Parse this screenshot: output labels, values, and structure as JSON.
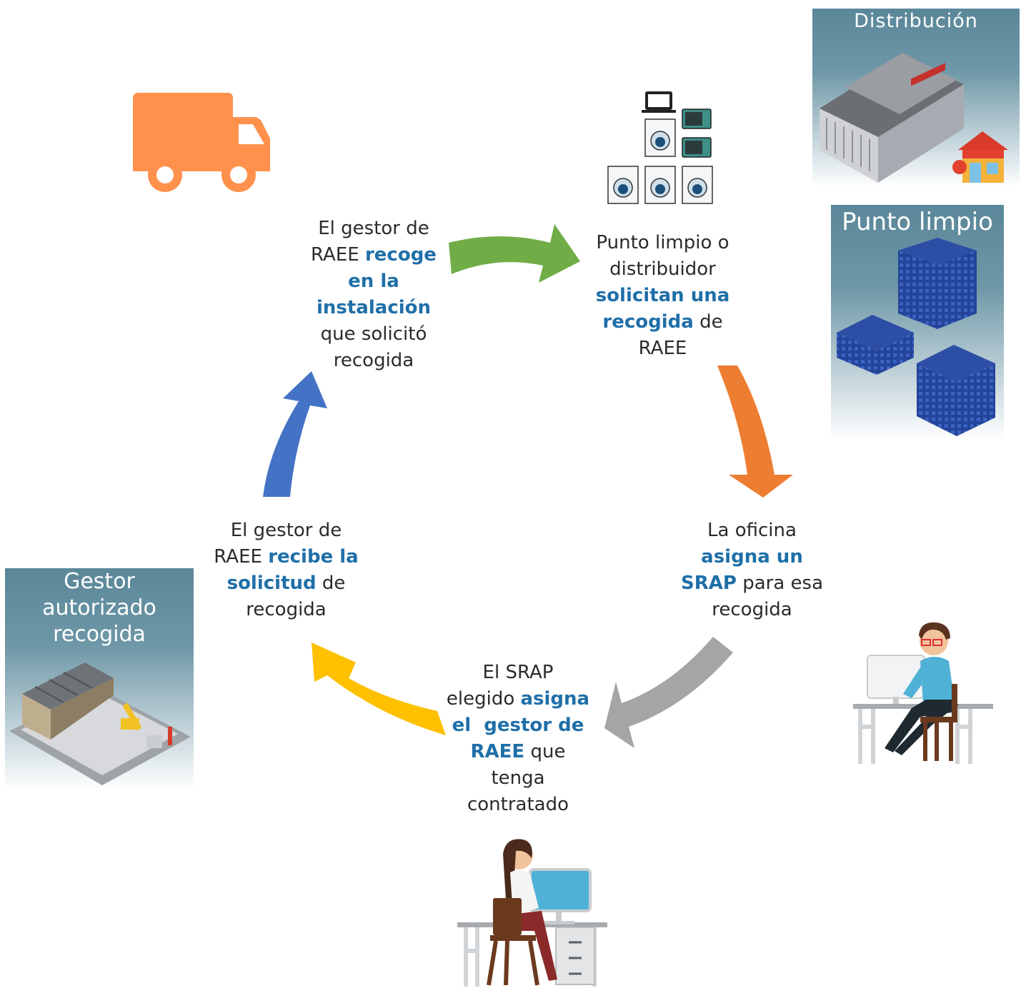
{
  "steps": [
    {
      "id": "recoge",
      "parts": [
        {
          "t": "El gestor de",
          "hl": false
        },
        {
          "t": "RAEE ",
          "hl": false
        },
        {
          "t": "recoge",
          "hl": true
        },
        {
          "t": "en la",
          "hl": true
        },
        {
          "t": "instalación",
          "hl": true
        },
        {
          "t": "que solicitó",
          "hl": false
        },
        {
          "t": "recogida",
          "hl": false
        }
      ]
    },
    {
      "id": "solicitan",
      "parts": [
        {
          "t": "Punto limpio o",
          "hl": false
        },
        {
          "t": "distribuidor",
          "hl": false
        },
        {
          "t": "solicitan una",
          "hl": true
        },
        {
          "t": "recogida",
          "hl": true
        },
        {
          "t": " de",
          "hl": false
        },
        {
          "t": "RAEE",
          "hl": false
        }
      ]
    },
    {
      "id": "asigna-srap",
      "parts": [
        {
          "t": "La oficina",
          "hl": false
        },
        {
          "t": "asigna un",
          "hl": true
        },
        {
          "t": "SRAP",
          "hl": true
        },
        {
          "t": " para esa",
          "hl": false
        },
        {
          "t": "recogida",
          "hl": false
        }
      ]
    },
    {
      "id": "asigna-gestor",
      "parts": [
        {
          "t": "El SRAP",
          "hl": false
        },
        {
          "t": "elegido ",
          "hl": false
        },
        {
          "t": "asigna",
          "hl": true
        },
        {
          "t": "el  gestor de",
          "hl": true
        },
        {
          "t": "RAEE",
          "hl": true
        },
        {
          "t": " que",
          "hl": false
        },
        {
          "t": "tenga",
          "hl": false
        },
        {
          "t": "contratado",
          "hl": false
        }
      ]
    },
    {
      "id": "recibe",
      "parts": [
        {
          "t": "El gestor de",
          "hl": false
        },
        {
          "t": "RAEE ",
          "hl": false
        },
        {
          "t": "recibe la",
          "hl": true
        },
        {
          "t": "solicitud",
          "hl": true
        },
        {
          "t": " de",
          "hl": false
        },
        {
          "t": "recogida",
          "hl": false
        }
      ]
    }
  ],
  "panels": {
    "distribucion": "Distribución",
    "punto_limpio": "Punto limpio",
    "gestor": [
      "Gestor",
      "autorizado",
      "recogida"
    ]
  },
  "colors": {
    "highlight": "#1f6fa8",
    "arrow_green": "#70ad47",
    "arrow_orange": "#ed7d31",
    "arrow_gray": "#a5a5a5",
    "arrow_yellow": "#ffc000",
    "arrow_blue": "#4472c4",
    "truck": "#ff914d"
  },
  "icons": [
    "truck-icon",
    "appliances-icon",
    "warehouse-icon",
    "shop-icon",
    "cages-icon",
    "factory-icon",
    "office-man-icon",
    "office-woman-icon"
  ]
}
